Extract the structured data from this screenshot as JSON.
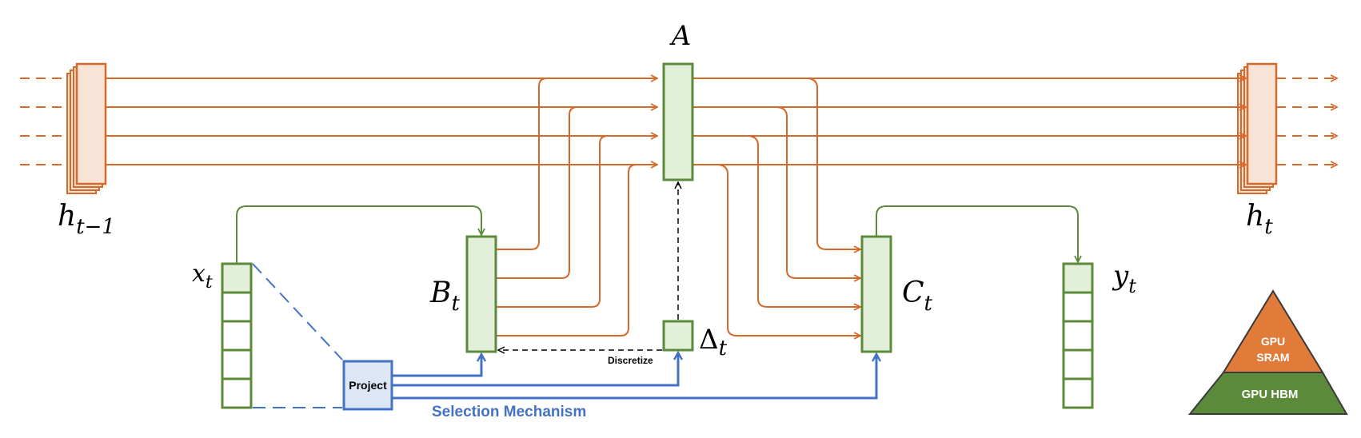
{
  "labels": {
    "A": "A",
    "h_prev_main": "h",
    "h_prev_sub": "t−1",
    "h_next_main": "h",
    "h_next_sub": "t",
    "x_main": "x",
    "x_sub": "t",
    "B_main": "B",
    "B_sub": "t",
    "C_main": "C",
    "C_sub": "t",
    "delta_main": "Δ",
    "delta_sub": "t",
    "y_main": "y",
    "y_sub": "t",
    "project": "Project",
    "discretize": "Discretize",
    "selection_mechanism": "Selection Mechanism",
    "pyramid_top": [
      "GPU",
      "SRAM"
    ],
    "pyramid_bottom": "GPU HBM"
  },
  "colors": {
    "orange": "#D5692A",
    "orange_fill": "#F8E3D6",
    "orange_pyramid": "#E07B39",
    "green": "#5B8A3A",
    "green_fill": "#E3F0D9",
    "green_pyramid": "#5B8A3A",
    "blue": "#4472C4",
    "blue_fill": "#DCE6F5",
    "black": "#000000"
  }
}
